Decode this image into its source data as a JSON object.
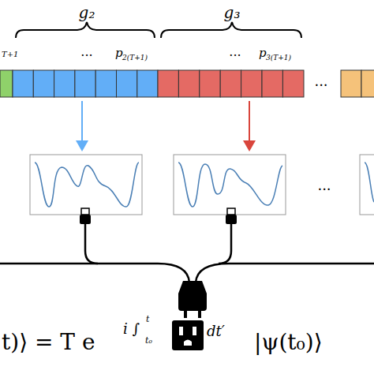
{
  "diagram": {
    "labels": [
      "T+1",
      "g₂",
      "g₃",
      "...",
      "p",
      "2(T+1)",
      "...",
      "p",
      "3(T+1)",
      "...",
      "...",
      "t)⟩ = T e",
      "i ∫",
      "t",
      "t₀",
      "dt′",
      "|ψ(t₀)⟩"
    ]
  }
}
